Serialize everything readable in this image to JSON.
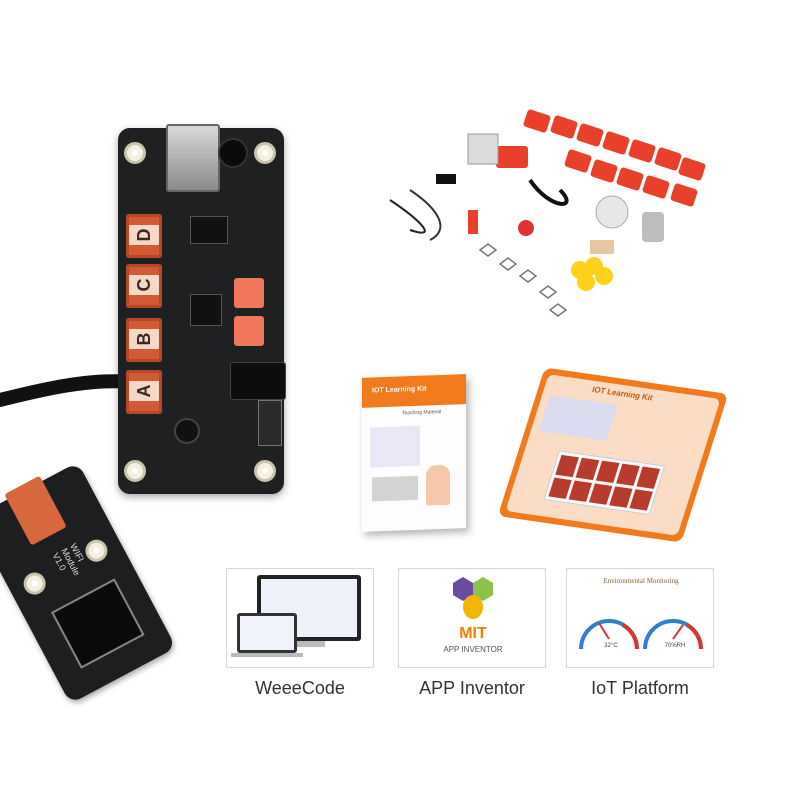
{
  "board": {
    "ports": [
      "D",
      "C",
      "B",
      "A"
    ]
  },
  "wifi_module": {
    "label": "WIFI Module V1.0"
  },
  "book": {
    "title": "IOT Learning Kit",
    "subtitle": "Teaching Material"
  },
  "box": {
    "title": "IOT Learning Kit"
  },
  "panels": [
    {
      "caption": "WeeeCode"
    },
    {
      "caption": "APP Inventor",
      "logo_line1": "MIT",
      "logo_line2": "APP INVENTOR"
    },
    {
      "caption": "IoT Platform",
      "heading": "Environmental Monitoring",
      "gauge1": "32°C",
      "gauge2": "70%RH"
    }
  ],
  "colors": {
    "board": "#1f2022",
    "port": "#d15a37",
    "accent_orange": "#f07a1c",
    "gauge_blue": "#2f7fcf",
    "gauge_red": "#d9362f"
  }
}
